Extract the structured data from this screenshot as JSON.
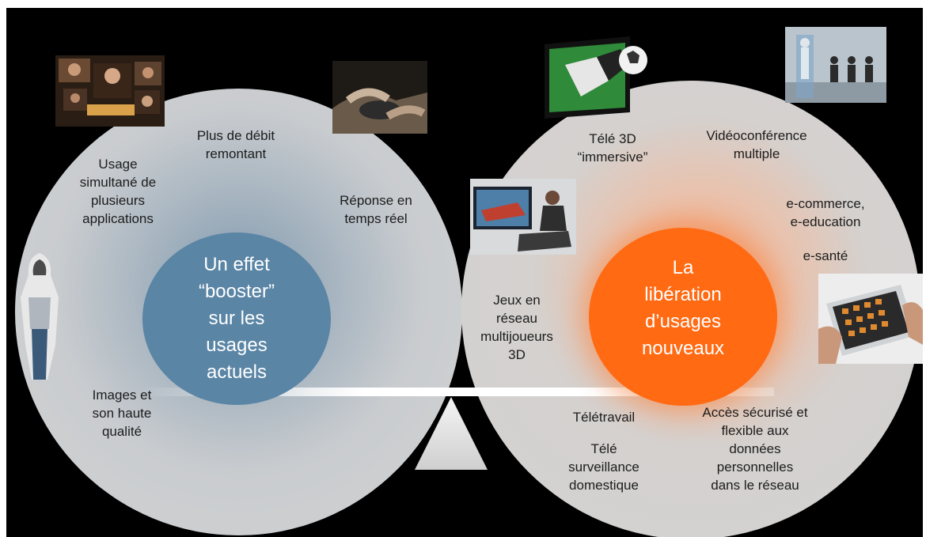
{
  "left_circle": {
    "center_text": [
      "Un effet",
      "“booster”",
      "sur les",
      "usages",
      "actuels"
    ],
    "labels": {
      "debit": [
        "Plus de débit",
        "remontant"
      ],
      "usage": [
        "Usage",
        "simultané de",
        "plusieurs",
        "applications"
      ],
      "reponse": [
        "Réponse en",
        "temps réel"
      ],
      "images": [
        "Images et",
        "son haute",
        "qualité"
      ]
    },
    "core_color": "#5a85a5"
  },
  "right_circle": {
    "center_text": [
      "La",
      "libération",
      "d’usages",
      "nouveaux"
    ],
    "labels": {
      "tele3d": [
        "Télé 3D",
        "“immersive”"
      ],
      "visio": [
        "Vidéoconférence",
        "multiple"
      ],
      "ecommerce": [
        "e-commerce,",
        "e-education"
      ],
      "esante": [
        "e-santé"
      ],
      "jeux": [
        "Jeux en",
        "réseau",
        "multijoueurs",
        "3D"
      ],
      "teletravail": [
        "Télétravail"
      ],
      "telesurv": [
        "Télé",
        "surveillance",
        "domestique"
      ],
      "acces": [
        "Accès sécurisé et",
        "flexible aux",
        "données",
        "personnelles",
        "dans le réseau"
      ]
    },
    "core_color": "#ff6a13"
  },
  "icons": [
    "videochat-photo",
    "gamepad-photo",
    "hooded-figure-photo",
    "3d-tv-football-photo",
    "hologram-conference-photo",
    "3d-gaming-photo",
    "tablet-photo"
  ]
}
